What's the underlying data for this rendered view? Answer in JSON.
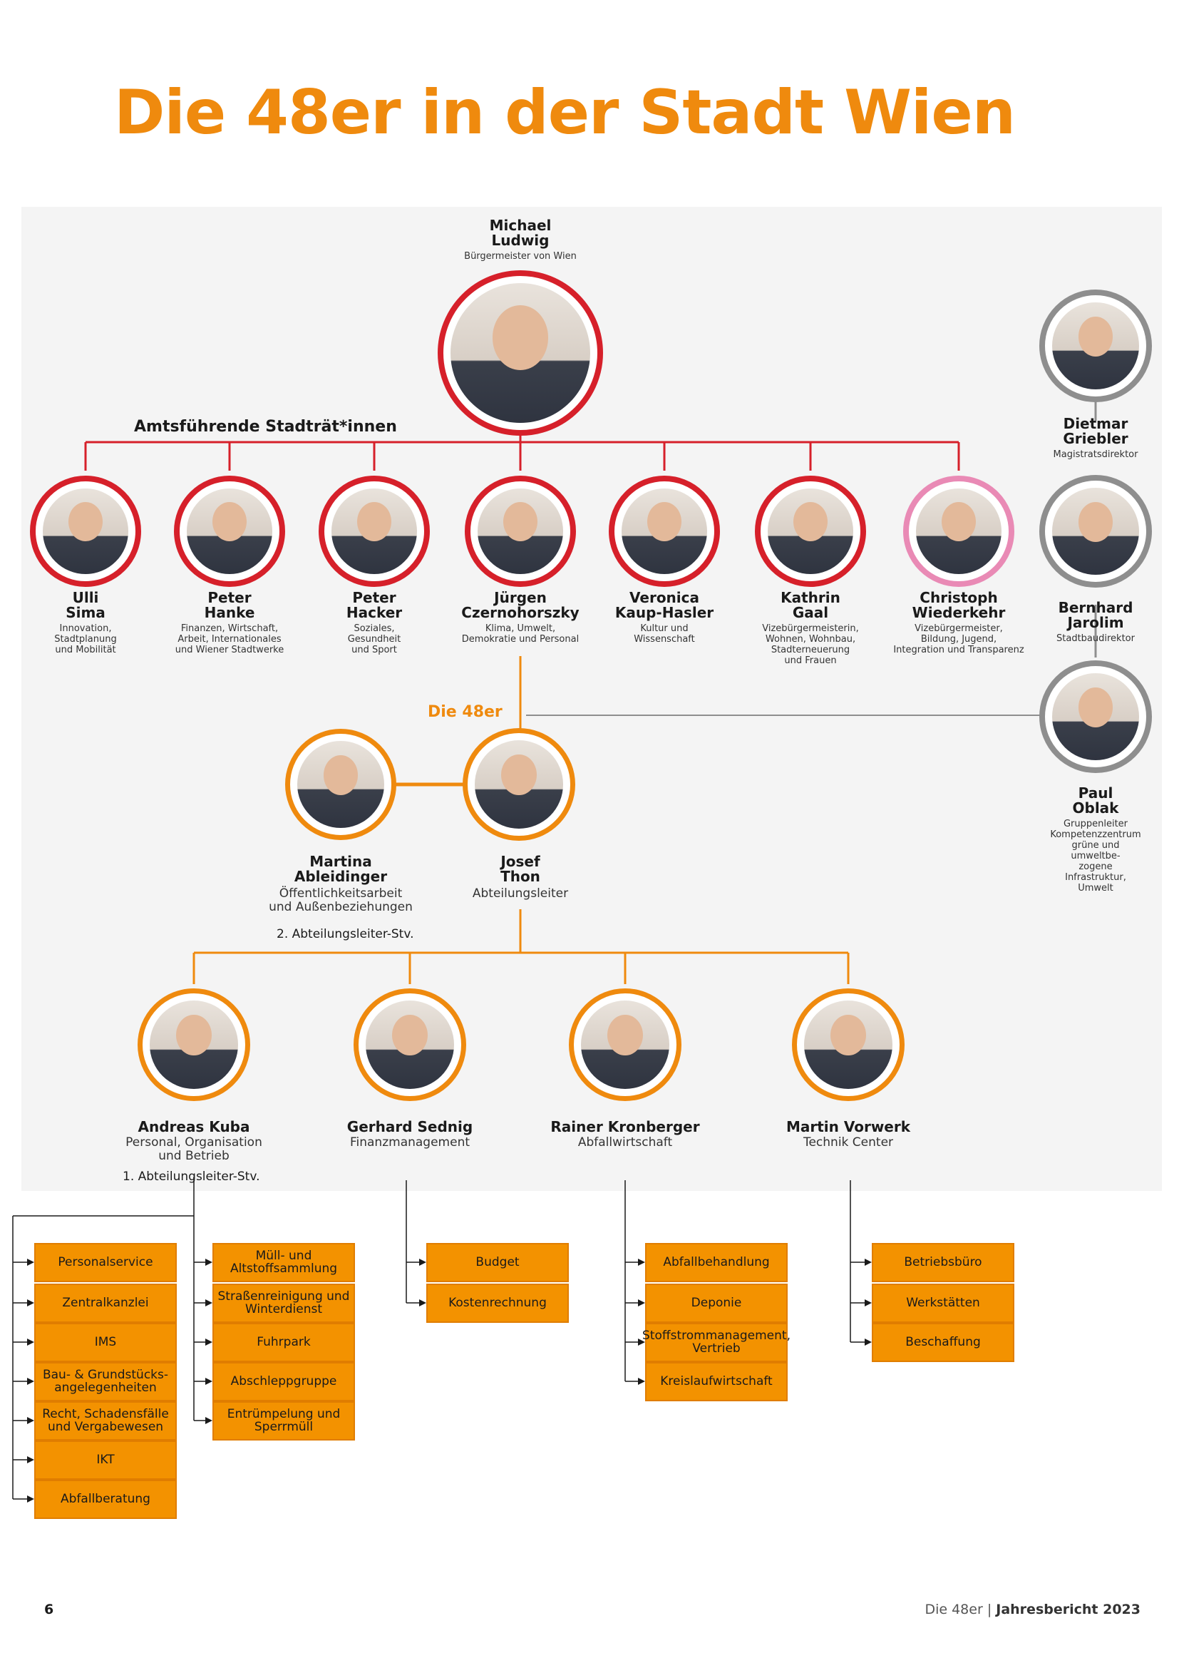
{
  "title": "Die 48er in der Stadt Wien",
  "colors": {
    "accent": "#ef8a0e",
    "red": "#d6202a",
    "pink": "#e98ab5",
    "grey": "#8e8e8e",
    "box": "#f39200"
  },
  "mayor": {
    "name1": "Michael",
    "name2": "Ludwig",
    "role": "Bürgermeister von Wien"
  },
  "group_label": "Amtsführende Stadträt*innen",
  "councillors": [
    {
      "name1": "Ulli",
      "name2": "Sima",
      "role": [
        "Innovation,",
        "Stadtplanung",
        "und Mobilität"
      ]
    },
    {
      "name1": "Peter",
      "name2": "Hanke",
      "role": [
        "Finanzen, Wirtschaft,",
        "Arbeit, Internationales",
        "und Wiener Stadtwerke"
      ]
    },
    {
      "name1": "Peter",
      "name2": "Hacker",
      "role": [
        "Soziales,",
        "Gesundheit",
        "und Sport"
      ]
    },
    {
      "name1": "Jürgen",
      "name2": "Czernohorszky",
      "role": [
        "Klima, Umwelt,",
        "Demokratie und Personal"
      ]
    },
    {
      "name1": "Veronica",
      "name2": "Kaup-Hasler",
      "role": [
        "Kultur und",
        "Wissenschaft"
      ]
    },
    {
      "name1": "Kathrin",
      "name2": "Gaal",
      "role": [
        "Vizebürgermeisterin,",
        "Wohnen, Wohnbau,",
        "Stadterneuerung",
        "und Frauen"
      ]
    },
    {
      "name1": "Christoph",
      "name2": "Wiederkehr",
      "role": [
        "Vizebürgermeister,",
        "Bildung, Jugend,",
        "Integration und Transparenz"
      ]
    }
  ],
  "directors": [
    {
      "name1": "Dietmar",
      "name2": "Griebler",
      "role": [
        "Magistratsdirektor"
      ]
    },
    {
      "name1": "Bernhard",
      "name2": "Jarolim",
      "role": [
        "Stadtbaudirektor"
      ]
    },
    {
      "name1": "Paul",
      "name2": "Oblak",
      "role": [
        "Gruppenleiter",
        "Kompetenzzentrum",
        "grüne und umweltbe-",
        "zogene Infrastruktur,",
        "Umwelt"
      ]
    }
  ],
  "die48_label": "Die 48er",
  "head": {
    "name1": "Josef",
    "name2": "Thon",
    "role": "Abteilungsleiter"
  },
  "deputy2": {
    "name1": "Martina",
    "name2": "Ableidinger",
    "role": [
      "Öffentlichkeitsarbeit",
      "und Außenbeziehungen"
    ],
    "title": "2. Abteilungsleiter-Stv."
  },
  "departments": [
    {
      "name": "Andreas Kuba",
      "role": [
        "Personal, Organisation",
        "und Betrieb"
      ],
      "title": "1. Abteilungsleiter-Stv."
    },
    {
      "name": "Gerhard Sednig",
      "role": [
        "Finanzmanagement"
      ]
    },
    {
      "name": "Rainer Kronberger",
      "role": [
        "Abfallwirtschaft"
      ]
    },
    {
      "name": "Martin Vorwerk",
      "role": [
        "Technik Center"
      ]
    }
  ],
  "units": {
    "kuba_left": [
      "Personalservice",
      "Zentralkanzlei",
      "IMS",
      "Bau- & Grundstücks-\nangelegenheiten",
      "Recht, Schadensfälle\nund Vergabewesen",
      "IKT",
      "Abfallberatung"
    ],
    "kuba_right": [
      "Müll- und\nAltstoffsammlung",
      "Straßenreinigung und\nWinterdienst",
      "Fuhrpark",
      "Abschleppgruppe",
      "Entrümpelung und\nSperrmüll"
    ],
    "sednig": [
      "Budget",
      "Kostenrechnung"
    ],
    "kronberger": [
      "Abfallbehandlung",
      "Deponie",
      "Stoffstrommanagement,\nVertrieb",
      "Kreislaufwirtschaft"
    ],
    "vorwerk": [
      "Betriebsbüro",
      "Werkstätten",
      "Beschaffung"
    ]
  },
  "footer": {
    "page": "6",
    "left": "Die 48er",
    "sep": "|",
    "right": "Jahresbericht 2023"
  }
}
